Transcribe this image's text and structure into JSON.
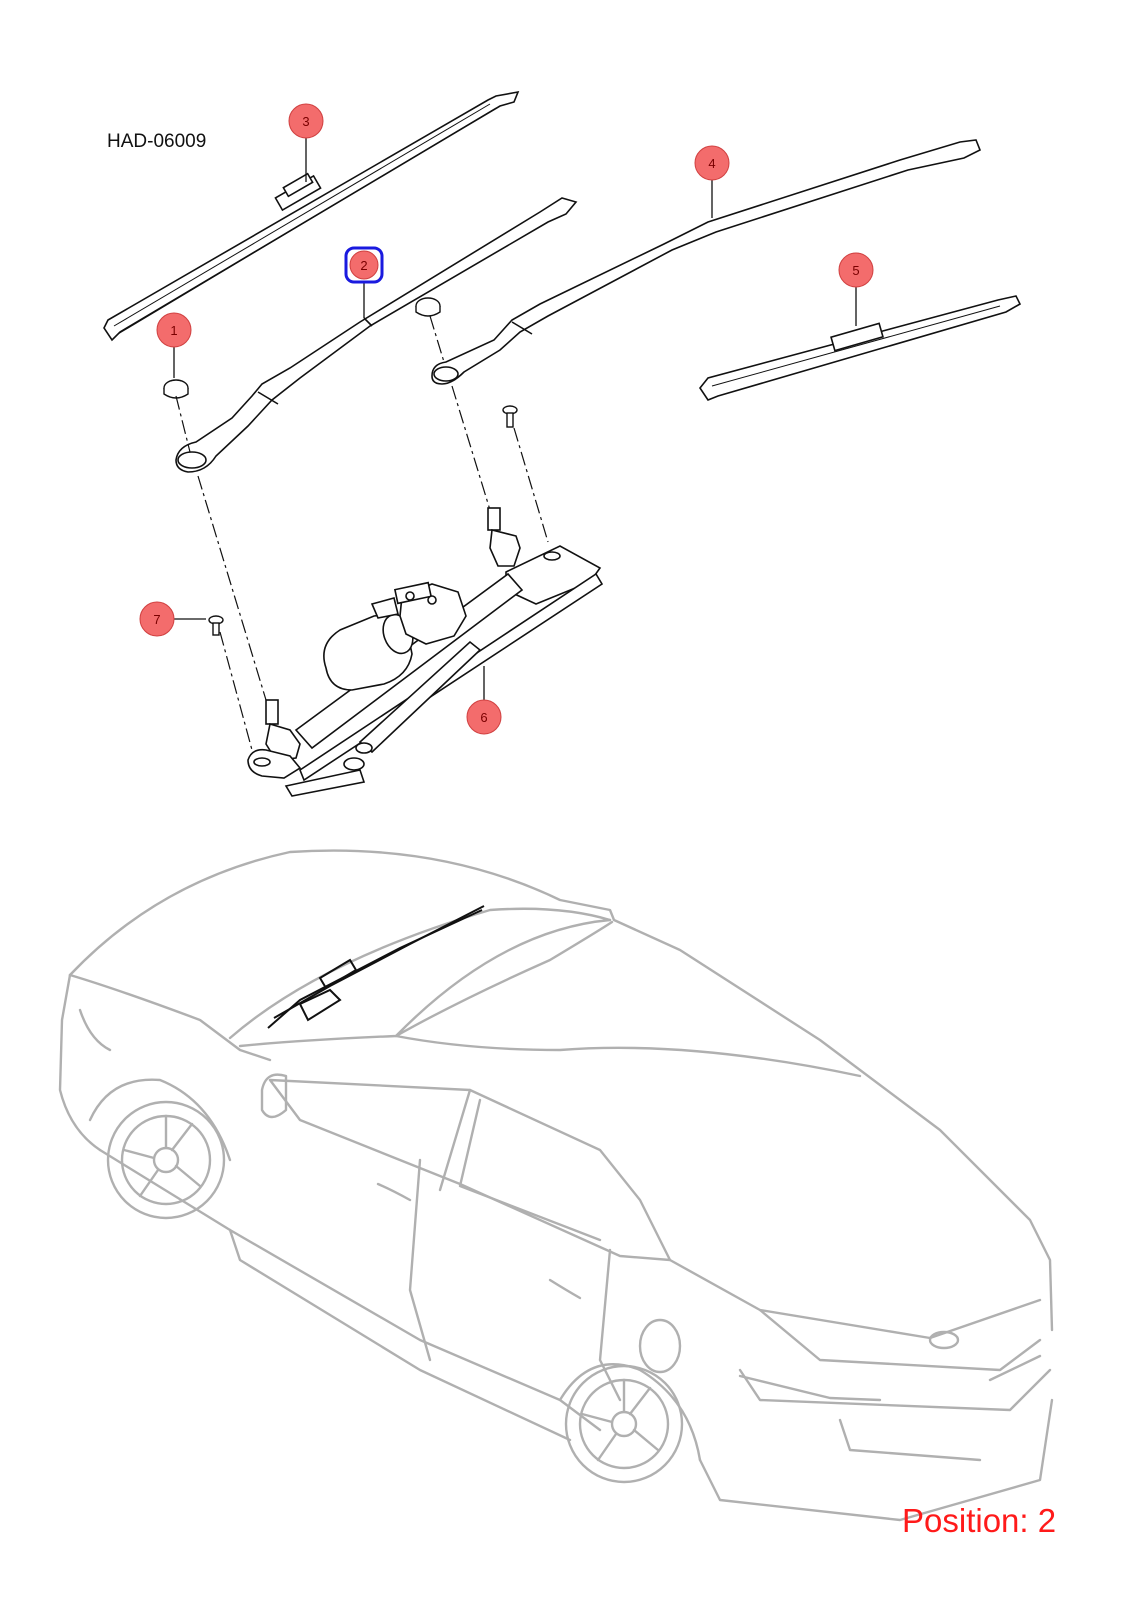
{
  "diagram": {
    "code": "HAD-06009",
    "position_label": "Position: 2",
    "selected_callout": "2",
    "callouts": [
      {
        "label": "1",
        "selected": false
      },
      {
        "label": "2",
        "selected": true
      },
      {
        "label": "3",
        "selected": false
      },
      {
        "label": "4",
        "selected": false
      },
      {
        "label": "5",
        "selected": false
      },
      {
        "label": "6",
        "selected": false
      },
      {
        "label": "7",
        "selected": false
      }
    ]
  },
  "colors": {
    "callout_fill": "#f36c6c",
    "callout_stroke": "#d04040",
    "selected_outline": "#1a1adf",
    "line_art": "#111111",
    "car_outline": "#b0b0b0",
    "position_text": "#ff1a1a"
  }
}
